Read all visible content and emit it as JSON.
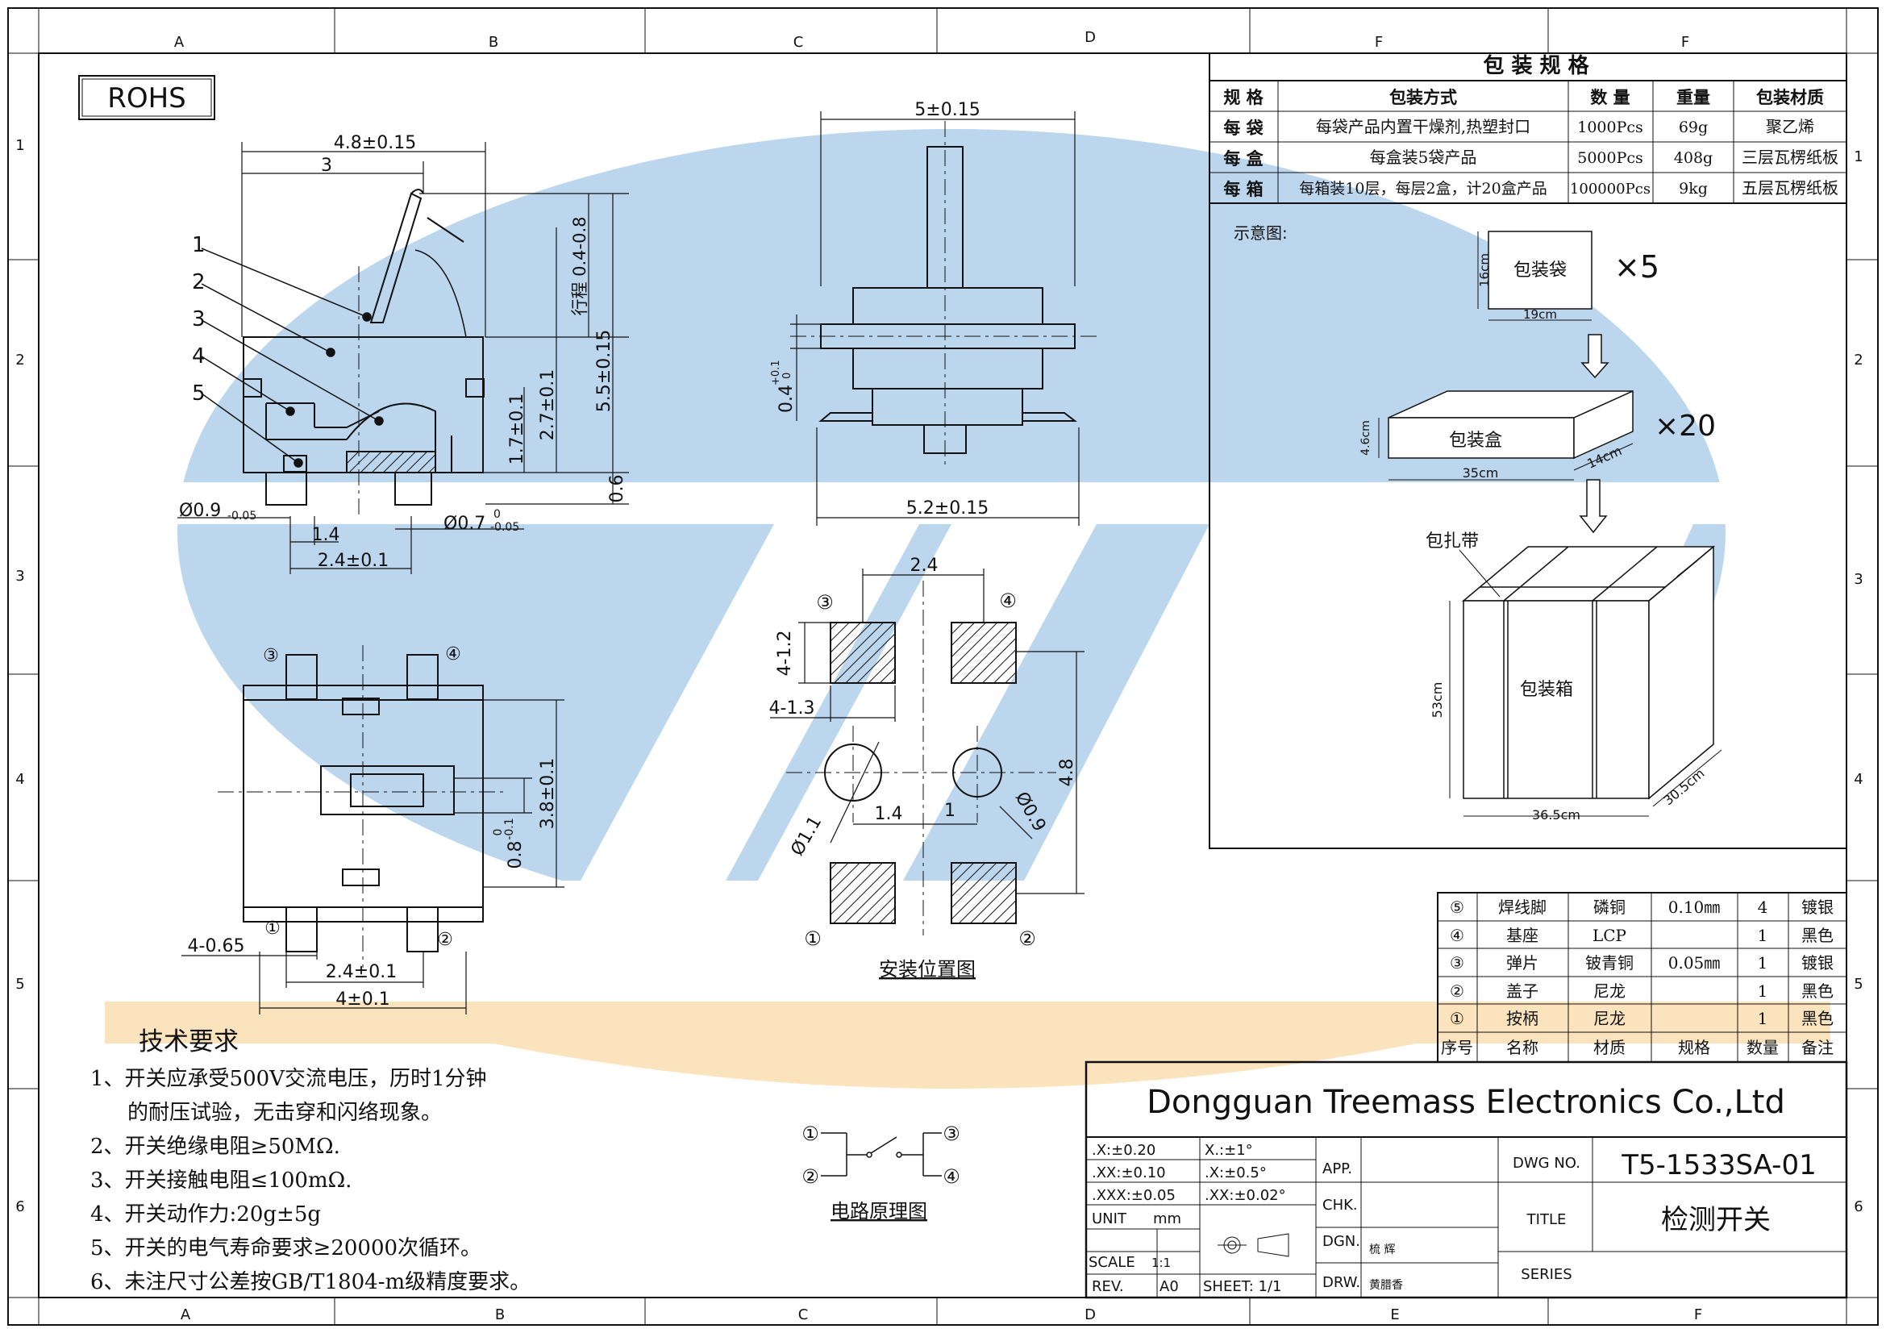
{
  "frame": {
    "col_labels": [
      "A",
      "B",
      "C",
      "D",
      "F",
      "F"
    ],
    "col_labels_bottom": [
      "A",
      "B",
      "C",
      "D",
      "E",
      "F"
    ],
    "row_labels": [
      "1",
      "2",
      "3",
      "4",
      "5",
      "6"
    ],
    "rohs": "ROHS"
  },
  "side_view": {
    "dim_width": "4.8±0.15",
    "dim_3": "3",
    "stroke": "行程 0.4-0.8",
    "dim_height": "5.5±0.15",
    "dim_17": "1.7±0.1",
    "dim_27": "2.7±0.1",
    "dim_06": "0.6",
    "dim_09": "Ø0.9",
    "dim_09_tol": "-0.05",
    "dim_07": "Ø0.7",
    "dim_07_tol_top": "0",
    "dim_07_tol": "-0.05",
    "dim_14": "1.4",
    "dim_24": "2.4±0.1",
    "callouts": [
      "1",
      "2",
      "3",
      "4",
      "5"
    ]
  },
  "front_view": {
    "dim_top": "5±0.15",
    "dim_04": "0.4",
    "dim_04_tol": "+0.1",
    "dim_04_tol0": "0",
    "dim_bottom": "5.2±0.15"
  },
  "bottom_view": {
    "pins": [
      "①",
      "②",
      "③",
      "④"
    ],
    "dim_38": "3.8±0.1",
    "dim_08": "0.8",
    "dim_08_tol0": "0",
    "dim_08_tol": "-0.1",
    "dim_465": "4-0.65",
    "dim_24": "2.4±0.1",
    "dim_4": "4±0.1"
  },
  "mount": {
    "title": "安装位置图",
    "dim_24": "2.4",
    "dim_412": "4-1.2",
    "dim_413": "4-1.3",
    "dim_48": "4.8",
    "dim_14": "1.4",
    "dim_1": "1",
    "dim_d11": "Ø1.1",
    "dim_d09": "Ø0.9",
    "pins": [
      "①",
      "②",
      "③",
      "④"
    ]
  },
  "circuit": {
    "title": "电路原理图",
    "pins": [
      "①",
      "②",
      "③",
      "④"
    ]
  },
  "tech": {
    "title": "技术要求",
    "items": [
      "1、开关应承受500V交流电压，历时1分钟",
      "的耐压试验，无击穿和闪络现象。",
      "2、开关绝缘电阻≥50MΩ.",
      "3、开关接触电阻≤100mΩ.",
      "4、开关动作力:20g±5g",
      "5、开关的电气寿命要求≥20000次循环。",
      "6、未注尺寸公差按GB/T1804-m级精度要求。"
    ]
  },
  "packing": {
    "title": "包 装 规 格",
    "headers": [
      "规 格",
      "包装方式",
      "数 量",
      "重量",
      "包装材质"
    ],
    "rows": [
      [
        "每 袋",
        "每袋产品内置干燥剂,热塑封口",
        "1000Pcs",
        "69g",
        "聚乙烯"
      ],
      [
        "每 盒",
        "每盒装5袋产品",
        "5000Pcs",
        "408g",
        "三层瓦楞纸板"
      ],
      [
        "每 箱",
        "每箱装10层，每层2盒，计20盒产品",
        "100000Pcs",
        "9kg",
        "五层瓦楞纸板"
      ]
    ],
    "diagram_label": "示意图:",
    "bag": "包装袋",
    "bag_h": "16cm",
    "bag_w": "19cm",
    "bag_count": "×5",
    "box": "包装盒",
    "box_h": "4.6cm",
    "box_w": "35cm",
    "box_d": "14cm",
    "box_count": "×20",
    "strap": "包扎带",
    "carton": "包装箱",
    "carton_h": "53cm",
    "carton_w": "36.5cm",
    "carton_d": "30.5cm"
  },
  "bom": {
    "rows": [
      [
        "⑤",
        "焊线脚",
        "磷铜",
        "0.10㎜",
        "4",
        "镀银"
      ],
      [
        "④",
        "基座",
        "LCP",
        "",
        "1",
        "黑色"
      ],
      [
        "③",
        "弹片",
        "铍青铜",
        "0.05㎜",
        "1",
        "镀银"
      ],
      [
        "②",
        "盖子",
        "尼龙",
        "",
        "1",
        "黑色"
      ],
      [
        "①",
        "按柄",
        "尼龙",
        "",
        "1",
        "黑色"
      ]
    ],
    "headers": [
      "序号",
      "名称",
      "材质",
      "规格",
      "数量",
      "备注"
    ]
  },
  "title_block": {
    "company": "Dongguan Treemass Electronics Co.,Ltd",
    "tol": [
      ".X:±0.20",
      ".XX:±0.10",
      ".XXX:±0.05"
    ],
    "ang": [
      "X.:±1°",
      ".X:±0.5°",
      ".XX:±0.02°"
    ],
    "unit_label": "UNIT",
    "unit": "mm",
    "scale_label": "SCALE",
    "scale": "1:1",
    "rev_label": "REV.",
    "rev": "A0",
    "sheet": "SHEET: 1/1",
    "app": "APP.",
    "chk": "CHK.",
    "dgn": "DGN.",
    "dgn_name": "梳 辉",
    "drw": "DRW.",
    "drw_name": "黄腊香",
    "dwg_no_label": "DWG NO.",
    "dwg_no": "T5-1533SA-01",
    "title_label": "TITLE",
    "title": "检测开关",
    "series_label": "SERIES"
  },
  "colors": {
    "watermark_blue": "#bcd6ee",
    "watermark_orange": "#fbe3bd",
    "ink": "#111111"
  }
}
